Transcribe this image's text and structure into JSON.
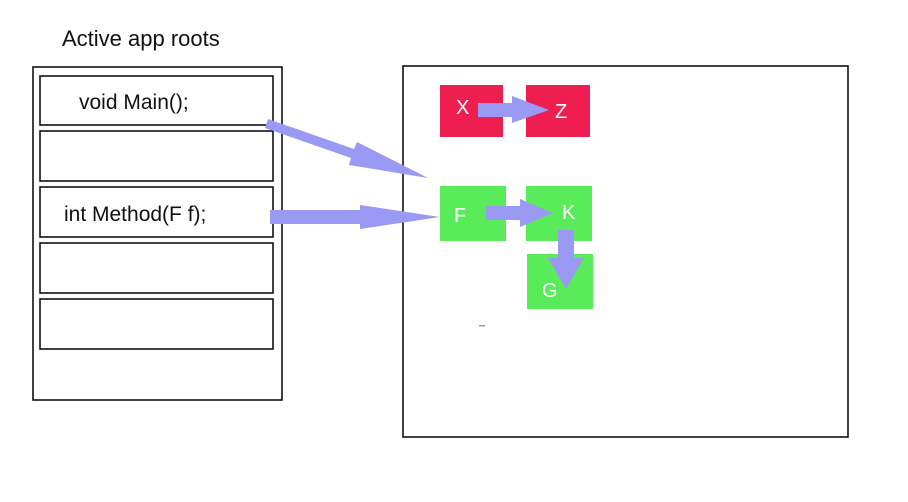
{
  "title": "Active app roots",
  "roots": [
    {
      "label": "void Main();"
    },
    {
      "label": ""
    },
    {
      "label": "int Method(F f);"
    },
    {
      "label": ""
    },
    {
      "label": ""
    }
  ],
  "nodes": {
    "x": {
      "label": "X",
      "color": "#ee1f50"
    },
    "z": {
      "label": "Z",
      "color": "#ee1f50"
    },
    "f": {
      "label": "F",
      "color": "#5aeb5a"
    },
    "k": {
      "label": "K",
      "color": "#5aeb5a"
    },
    "g": {
      "label": "G",
      "color": "#5aeb5a"
    }
  },
  "arrow_color": "#9a9af5",
  "references": [
    {
      "from": "root-0",
      "to": "f"
    },
    {
      "from": "root-2",
      "to": "f"
    },
    {
      "from": "x",
      "to": "z"
    },
    {
      "from": "f",
      "to": "k"
    },
    {
      "from": "k",
      "to": "g"
    }
  ]
}
